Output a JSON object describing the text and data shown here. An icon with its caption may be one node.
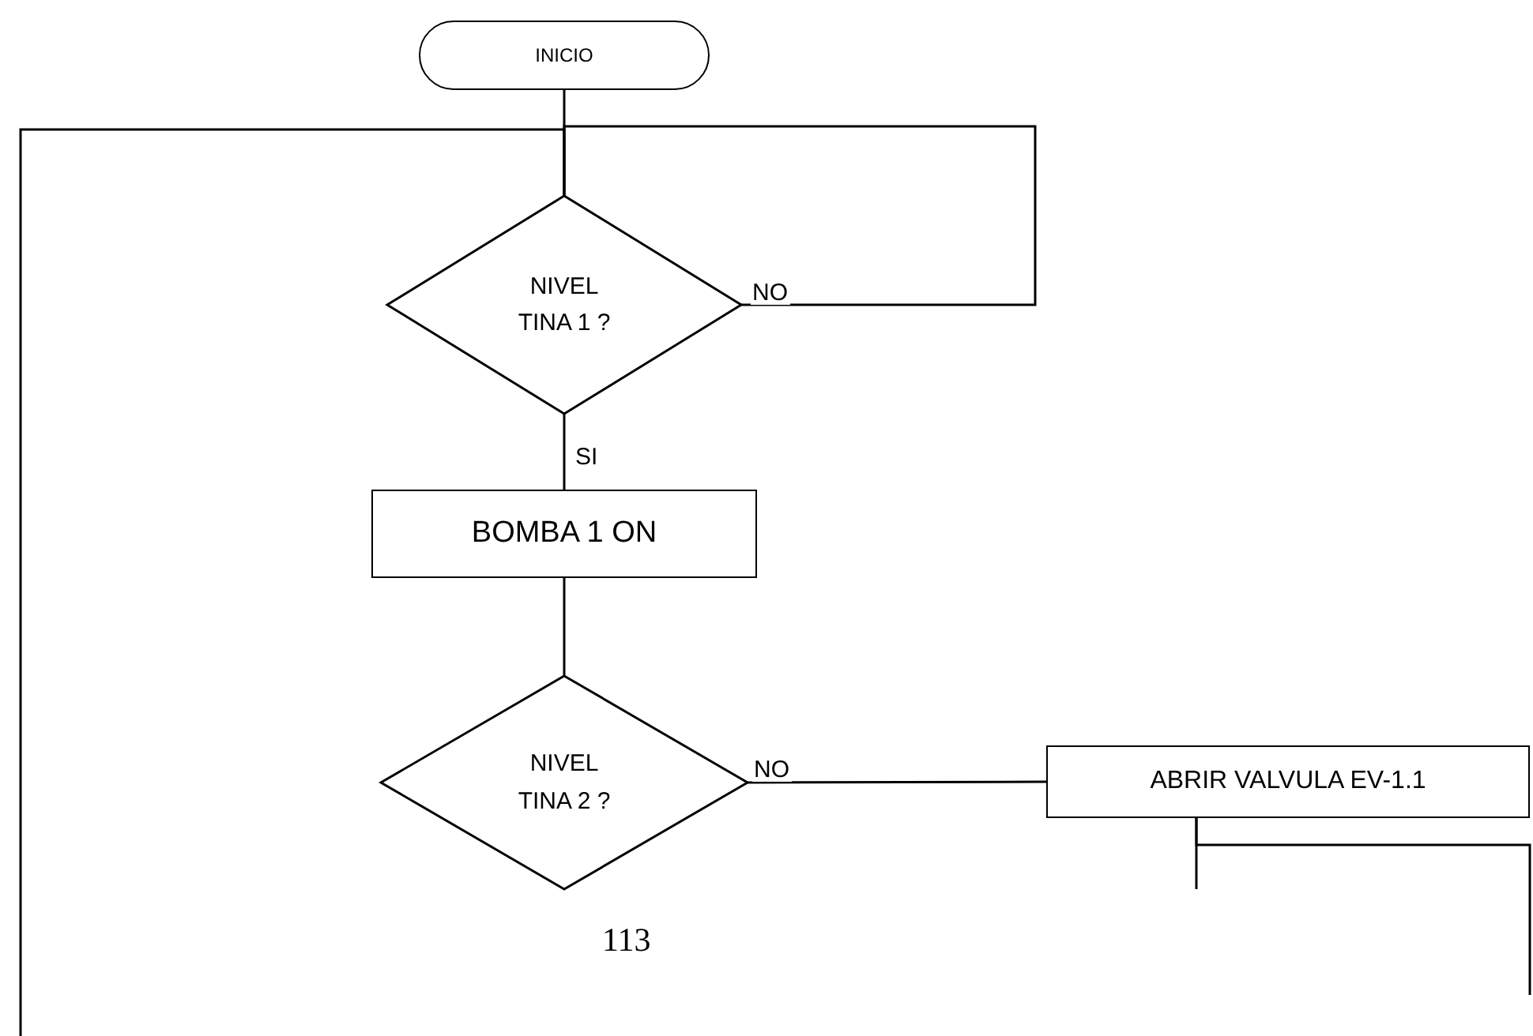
{
  "diagram": {
    "nodes": [
      {
        "text": [
          "INICIO"
        ]
      },
      {
        "text": [
          "NIVEL",
          "TINA 1 ?"
        ]
      },
      {
        "text": [
          "BOMBA 1 ON"
        ]
      },
      {
        "text": [
          "NIVEL",
          "TINA 2 ?"
        ]
      },
      {
        "text": [
          "ABRIR VALVULA EV-1.1"
        ]
      }
    ],
    "edges": [
      {
        "from": 0,
        "to": 1,
        "arrow": "none"
      },
      {
        "from": 1,
        "to": 1,
        "label": "NO",
        "arrow": "none"
      },
      {
        "from": null,
        "to": 1,
        "arrow": "none"
      },
      {
        "from": 1,
        "to": 2,
        "label": "SI",
        "arrow": "none"
      },
      {
        "from": 2,
        "to": 3,
        "arrow": "none"
      },
      {
        "from": 3,
        "to": 4,
        "label": "NO",
        "arrow": "none"
      },
      {
        "from": 4,
        "to": null,
        "arrow": "none"
      },
      {
        "from": 4,
        "to": null,
        "arrow": "none"
      }
    ],
    "labels": [
      "113"
    ]
  }
}
